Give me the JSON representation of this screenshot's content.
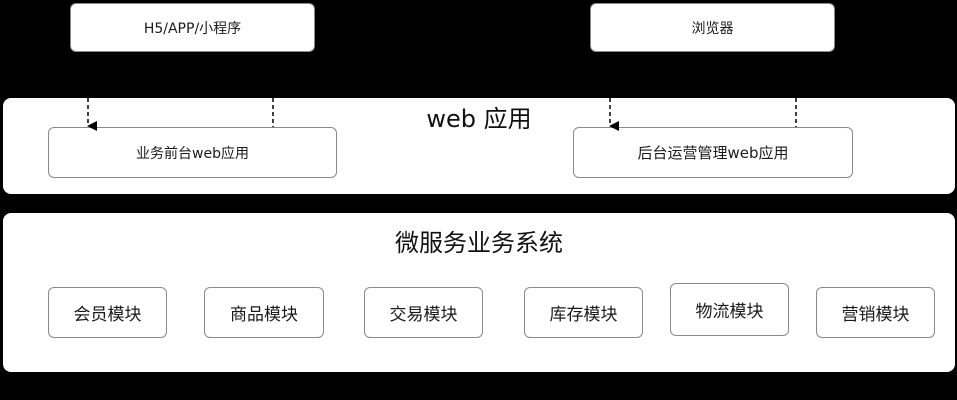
{
  "clients": [
    {
      "label": "H5/APP/小程序"
    },
    {
      "label": "浏览器"
    }
  ],
  "web_layer": {
    "title": "web 应用",
    "apps": [
      {
        "label": "业务前台web应用"
      },
      {
        "label": "后台运营管理web应用"
      }
    ]
  },
  "micro_layer": {
    "title": "微服务业务系统",
    "modules": [
      {
        "label": "会员模块"
      },
      {
        "label": "商品模块"
      },
      {
        "label": "交易模块"
      },
      {
        "label": "库存模块"
      },
      {
        "label": "物流模块"
      },
      {
        "label": "营销模块"
      }
    ]
  },
  "colors": {
    "background": "#000000",
    "box_fill": "#ffffff",
    "box_border": "#8a8a8a",
    "arrow": "#000000"
  }
}
